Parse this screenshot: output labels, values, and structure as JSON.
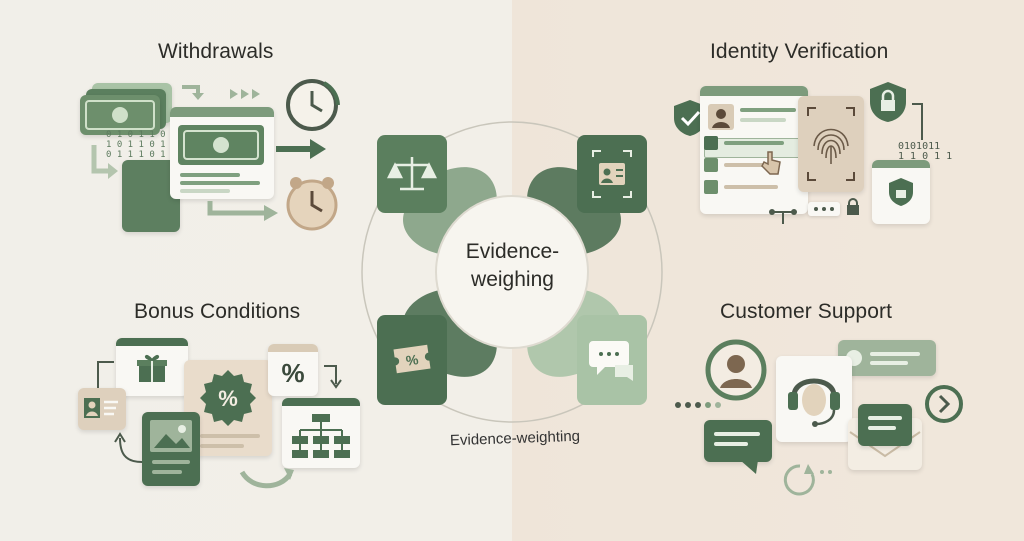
{
  "sections": {
    "withdrawals": {
      "title": "Withdrawals",
      "binary": "0 1 0 1 1 0 1\n1 0 1 1 0 1 1\n0 1 1 1 0 1 1"
    },
    "identity": {
      "title": "Identity Verification",
      "binary": "0101011\n1 1 0 1 1"
    },
    "bonus": {
      "title": "Bonus Conditions",
      "percent": "%"
    },
    "support": {
      "title": "Customer Support"
    }
  },
  "center": {
    "label": "Evidence-\nweighing",
    "caption": "Evidence-weighting",
    "quadrant_icons": [
      "scales-icon",
      "id-card-icon",
      "ticket-percent-icon",
      "chat-bubble-icon"
    ]
  },
  "colors": {
    "green_dark": "#4c6f52",
    "green_mid": "#5b7f5e",
    "green_light": "#a9c3a6",
    "beige": "#ded0bd",
    "text": "#2c2c28"
  }
}
